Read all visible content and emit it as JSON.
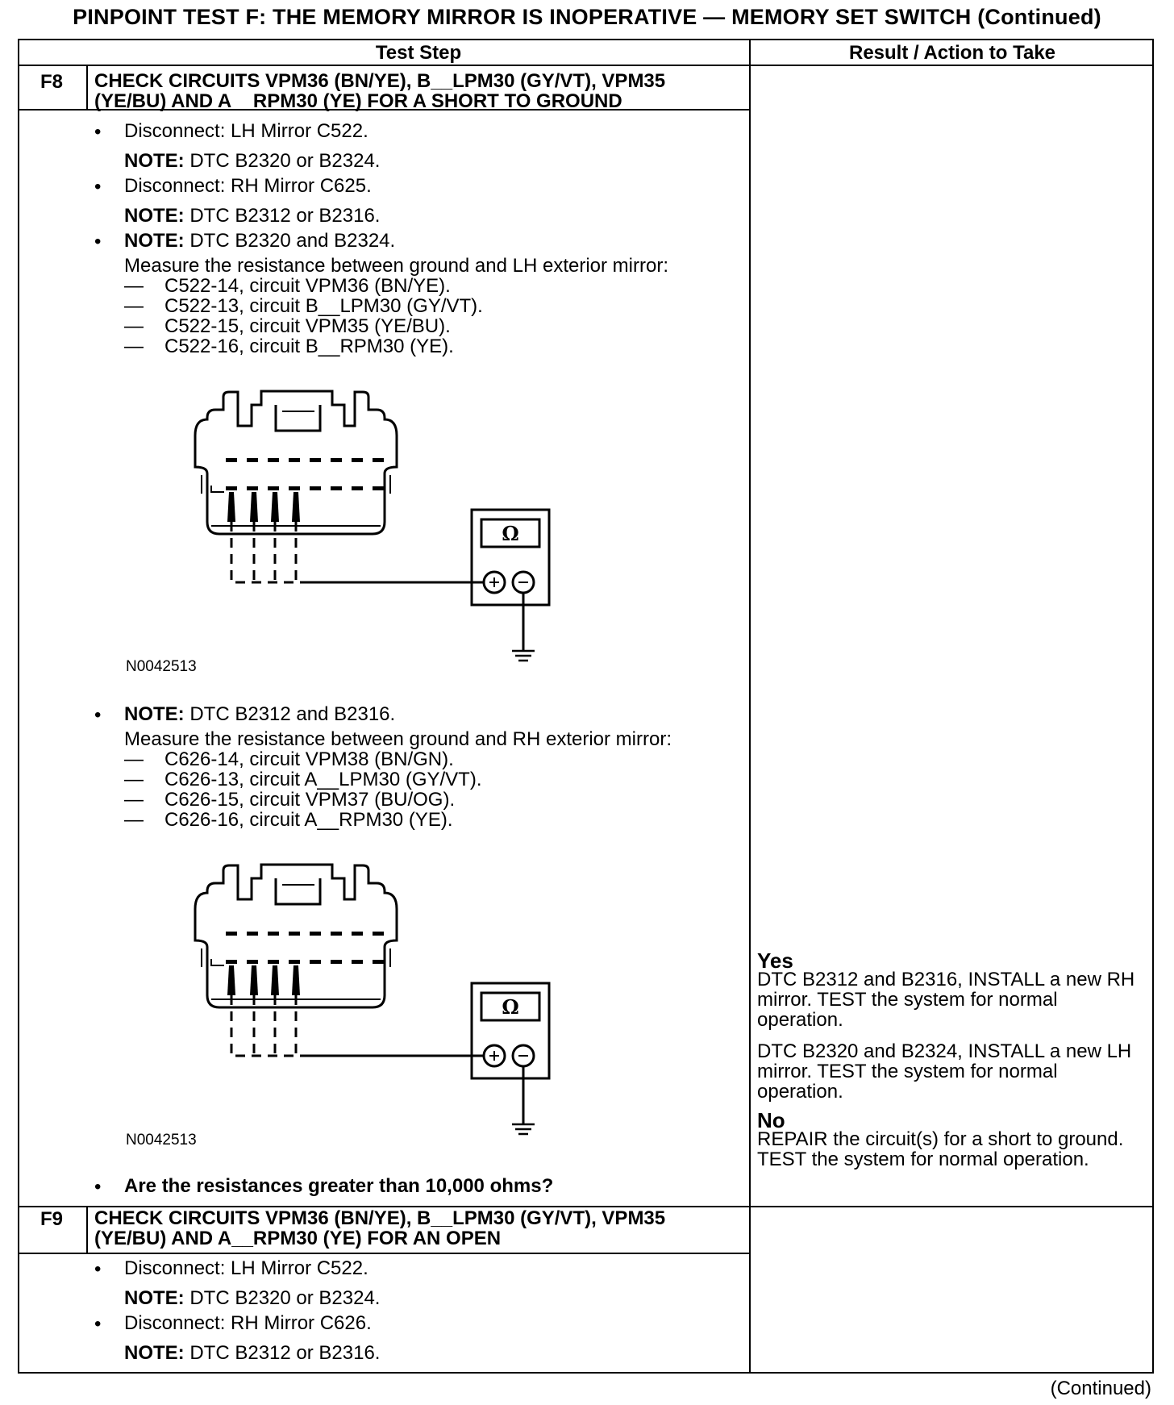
{
  "title": "PINPOINT TEST F: THE MEMORY MIRROR IS INOPERATIVE — MEMORY SET SWITCH (Continued)",
  "header": {
    "col_step": "Test Step",
    "col_result": "Result / Action to Take"
  },
  "f8": {
    "id": "F8",
    "title_l1": "CHECK CIRCUITS VPM36 (BN/YE), B__LPM30 (GY/VT), VPM35",
    "title_l2": "(YE/BU) AND A__RPM30 (YE) FOR A SHORT TO GROUND",
    "s1": "Disconnect: LH Mirror C522.",
    "n1_label": "NOTE:",
    "n1_text": " DTC B2320 or B2324.",
    "s2": "Disconnect: RH Mirror C625.",
    "n2_label": "NOTE:",
    "n2_text": " DTC B2312 or B2316.",
    "n3_label": "NOTE:",
    "n3_text": " DTC B2320 and B2324.",
    "measure_lh": "Measure the resistance between ground and LH exterior mirror:",
    "lh": [
      "C522-14, circuit VPM36 (BN/YE).",
      "C522-13, circuit B__LPM30 (GY/VT).",
      "C522-15, circuit VPM35 (YE/BU).",
      "C522-16, circuit B__RPM30 (YE)."
    ],
    "fig1_id": "N0042513",
    "n4_label": "NOTE:",
    "n4_text": " DTC B2312 and B2316.",
    "measure_rh": "Measure the resistance between ground and RH exterior mirror:",
    "rh": [
      "C626-14, circuit VPM38 (BN/GN).",
      "C626-13, circuit A__LPM30 (GY/VT).",
      "C626-15, circuit VPM37 (BU/OG).",
      "C626-16, circuit A__RPM30 (YE)."
    ],
    "fig2_id": "N0042513",
    "question": "Are the resistances greater than 10,000 ohms?",
    "meter_symbol": "Ω",
    "dash_char": "—",
    "bullet_char": "•",
    "yes_label": "Yes",
    "yes_text_1": "DTC B2312 and B2316, INSTALL a new RH mirror. TEST the system for normal operation.",
    "yes_text_2": "DTC B2320 and B2324, INSTALL a new LH mirror. TEST the system for normal operation.",
    "no_label": "No",
    "no_text": "REPAIR the circuit(s) for a short to ground. TEST the system for normal operation."
  },
  "f9": {
    "id": "F9",
    "title_l1": "CHECK CIRCUITS VPM36 (BN/YE), B__LPM30 (GY/VT), VPM35",
    "title_l2": "(YE/BU) AND A__RPM30 (YE) FOR AN OPEN",
    "s1": "Disconnect: LH Mirror C522.",
    "n1_label": "NOTE:",
    "n1_text": " DTC B2320 or B2324.",
    "s2": "Disconnect: RH Mirror C626.",
    "n2_label": "NOTE:",
    "n2_text": " DTC B2312 or B2316."
  },
  "footer": {
    "continued": "(Continued)"
  }
}
